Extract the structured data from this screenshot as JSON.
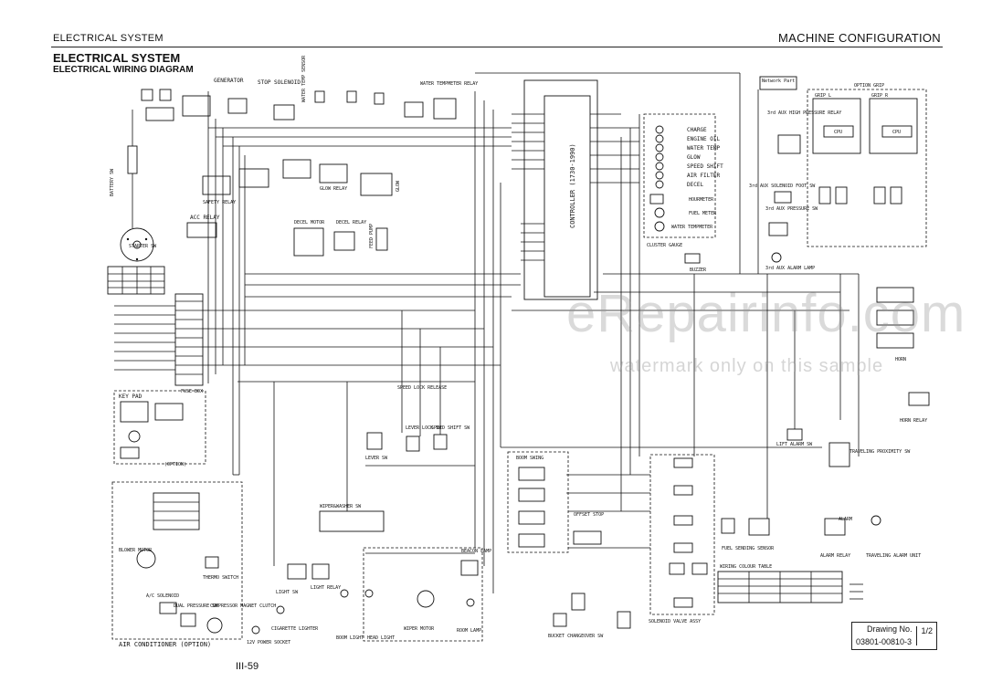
{
  "header": {
    "section": "ELECTRICAL SYSTEM",
    "right": "MACHINE CONFIGURATION"
  },
  "title": "ELECTRICAL SYSTEM",
  "subtitle": "ELECTRICAL WIRING DIAGRAM",
  "page_number": "III-59",
  "drawing": {
    "label": "Drawing No.",
    "number": "03801-00810-3",
    "sheet": "1/2"
  },
  "watermark": {
    "main": "eRepairinfo.com",
    "sub": "watermark only on this sample"
  },
  "labels": {
    "battery": "BATTERY SW",
    "generator": "GENERATOR",
    "stop_solenoid": "STOP SOLENOID",
    "water_temp_sensor": "WATER TEMP SENSOR",
    "water_temp_relay": "WATER TEMPMETER RELAY",
    "safety_relay": "SAFETY RELAY",
    "acc_relay": "ACC RELAY",
    "starter": "STARTER SW",
    "decel_motor": "DECEL MOTOR",
    "decel_relay": "DECEL RELAY",
    "feed_pump": "FEED PUMP",
    "glow_relay": "GLOW RELAY",
    "fuse_box": "FUSE BOX",
    "key_pad": "KEY PAD",
    "option": "(OPTION)",
    "controller": "CONTROLLER (1730-1990)",
    "charge": "CHARGE",
    "engine_oil": "ENGINE OIL",
    "water_temp": "WATER TEMP",
    "glow": "GLOW",
    "speed_shift": "SPEED SHIFT",
    "air_filter": "AIR FILTER",
    "decel": "DECEL",
    "hourmeter": "HOURMETER",
    "fuel_meter": "FUEL METER",
    "water_tempmeter": "WATER TEMPMETER",
    "cluster_gauge": "CLUSTER GAUGE",
    "buzzer": "BUZZER",
    "network_part": "Network Part",
    "high_pressure_relay": "3rd AUX HIGH PRESSURE RELAY",
    "pressure_sw": "3rd AUX PRESSURE SW",
    "foot_sw": "3rd AUX SOLENOID FOOT SW",
    "alarm_lamp": "3rd AUX ALARM LAMP",
    "option_grip": "OPTION GRIP",
    "grip_l": "GRIP L",
    "grip_r": "GRIP R",
    "cpu": "CPU",
    "horn": "HORN",
    "horn_relay": "HORN RELAY",
    "lift_alarm": "LIFT ALARM SW",
    "travel_sw": "TRAVELING PROXIMITY SW",
    "alarm": "ALARM",
    "alarm_relay": "ALARM RELAY",
    "travel_alarm": "TRAVELING ALARM UNIT",
    "fuel_sensor": "FUEL SENDING SENSOR",
    "solenoid_valve": "SOLENOID VALVE ASSY",
    "wiring_table": "WIRING COLOUR TABLE",
    "air_conditioner": "AIR CONDITIONER (OPTION)",
    "wiper_washer": "WIPER&WASHER SW",
    "wiper_motor": "WIPER MOTOR",
    "beacon_lamp": "BEACON LAMP",
    "boom_light": "BOOM LIGHT",
    "head_light": "HEAD LIGHT",
    "room_lamp": "ROOM LAMP",
    "cigarette_lighter": "CIGARETTE LIGHTER",
    "power_socket": "12V POWER SOCKET",
    "light_sw": "LIGHT SW",
    "light_relay": "LIGHT RELAY",
    "lever_lock": "LEVER LOCK SW",
    "speed_shift_sw": "SPEED SHIFT SW",
    "lever_sw": "LEVER SW",
    "speed_lock_release": "SPEED LOCK RELEASE",
    "boom_swing": "BOOM SWING",
    "offset_stop": "OFFSET STOP",
    "bucket_changeover": "BUCKET CHANGEOVER SW",
    "blower_motor": "BLOWER MOTOR",
    "compressor": "COMPRESSOR MAGNET CLUTCH",
    "thermo_switch": "THERMO SWITCH",
    "dual_pressure": "DUAL PRESSURE SW",
    "ac_solenoid": "A/C SOLENOID"
  }
}
